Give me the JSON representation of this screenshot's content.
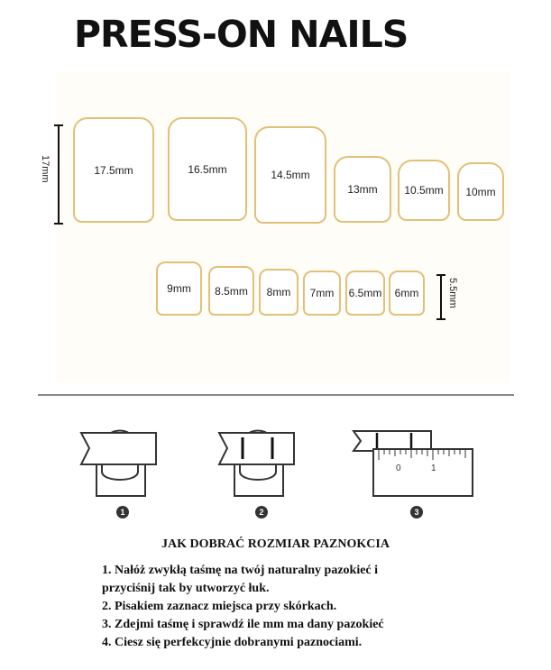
{
  "title": "PRESS-ON NAILS",
  "large_row": {
    "height_label": "17mm",
    "sizes": [
      "17.5mm",
      "16.5mm",
      "14.5mm",
      "13mm",
      "10.5mm",
      "10mm"
    ]
  },
  "small_row": {
    "height_label": "5.5mm",
    "sizes": [
      "9mm",
      "8.5mm",
      "8mm",
      "7mm",
      "6.5mm",
      "6mm"
    ]
  },
  "steps": {
    "numbers": [
      "1",
      "2",
      "3"
    ],
    "ruler_labels": [
      "0",
      "1"
    ]
  },
  "howto": {
    "title": "JAK DOBRAĆ ROZMIAR PAZNOKCIA",
    "lines": [
      "1. Nałóż zwykłą taśmę na twój naturalny pazokieć i",
      "przyciśnij tak by utworzyć łuk.",
      "2. Pisakiem zaznacz miejsca przy skórkach.",
      "3. Zdejmi taśmę i sprawdź ile mm ma dany pazokieć",
      "4. Ciesz się perfekcyjnie dobranymi paznociami."
    ]
  },
  "colors": {
    "nail_border": "#e3c078",
    "text": "#111111"
  }
}
